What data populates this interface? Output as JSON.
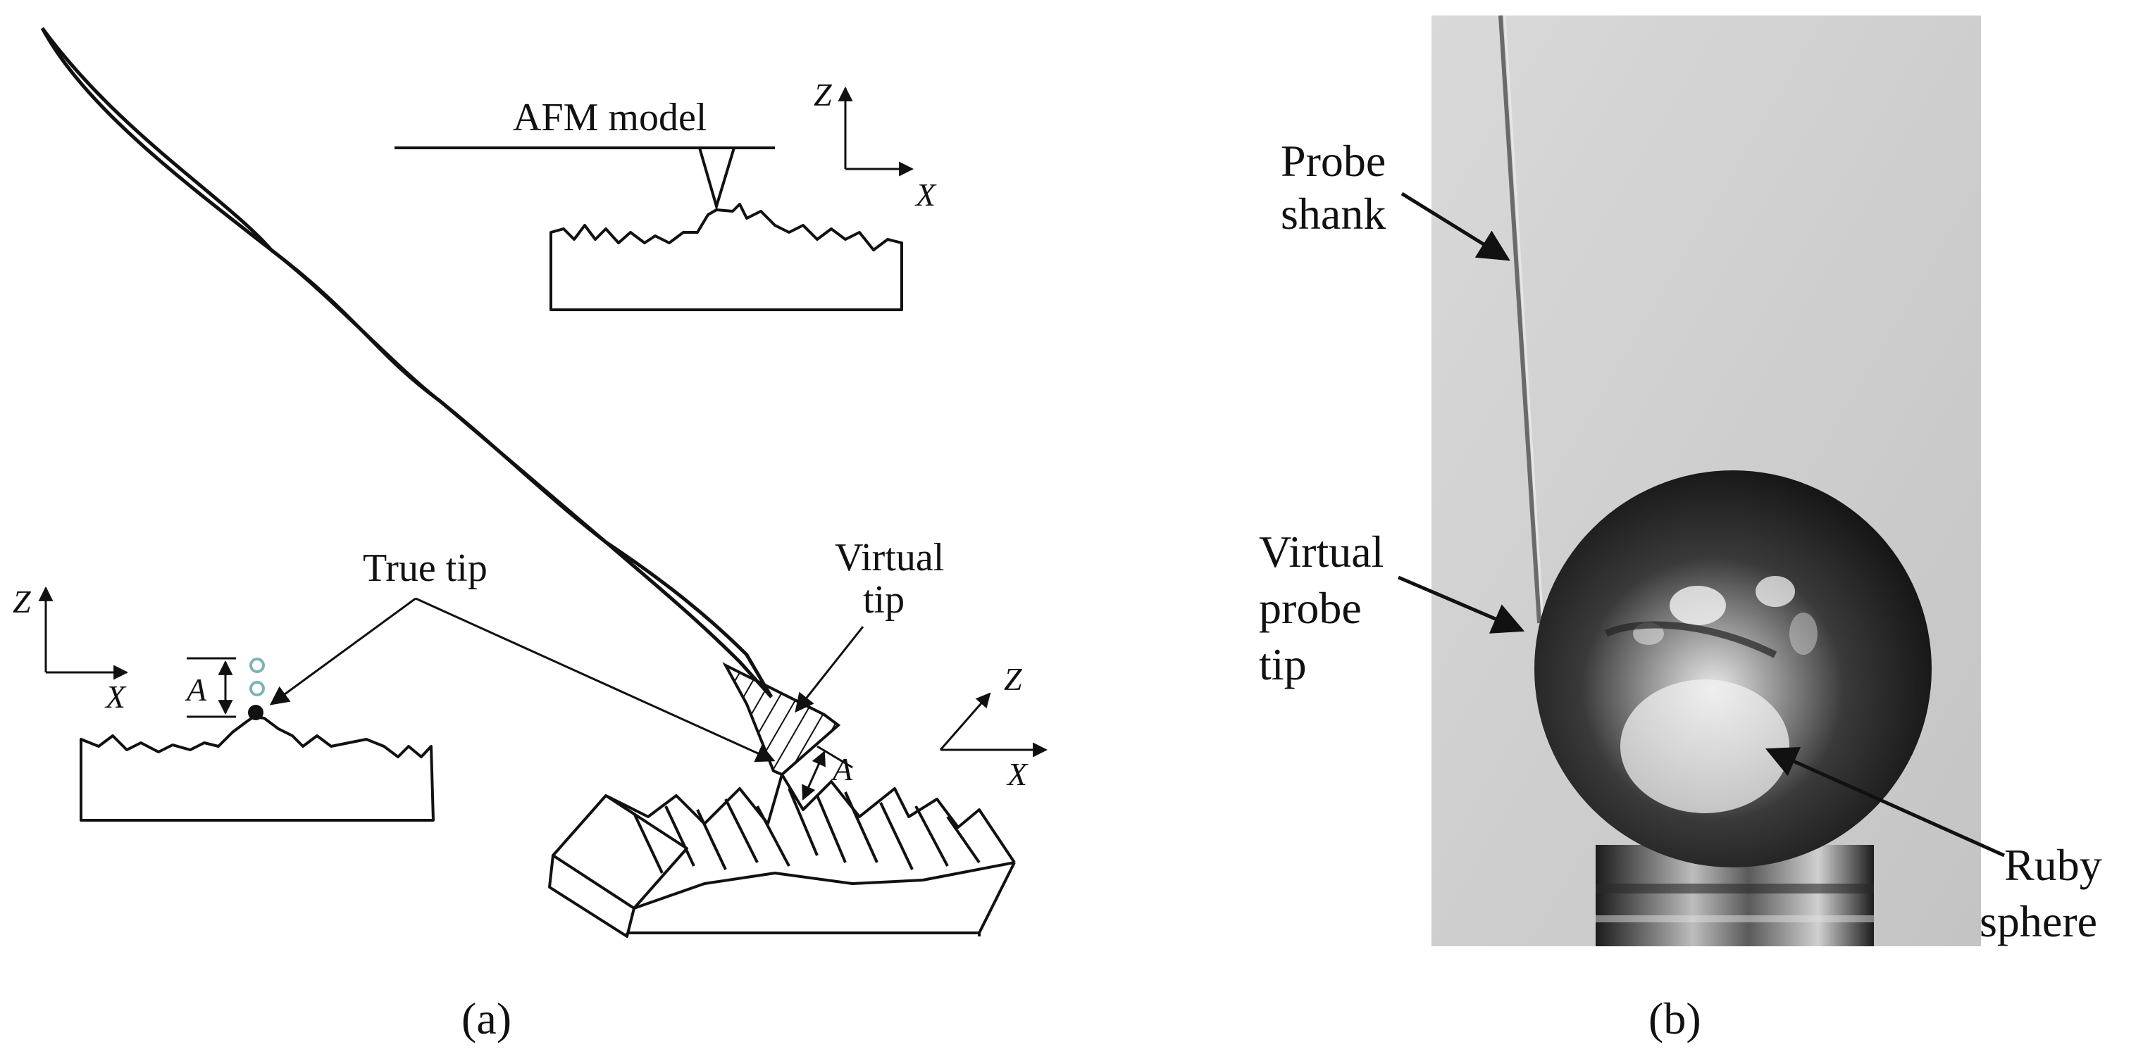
{
  "panel_a": {
    "afm_model_label": "AFM model",
    "true_tip_label": "True tip",
    "virtual_tip_label_line1": "Virtual",
    "virtual_tip_label_line2": "tip",
    "amplitude_symbol": "A",
    "axis_z": "Z",
    "axis_x": "X",
    "caption": "(a)"
  },
  "panel_b": {
    "probe_shank_line1": "Probe",
    "probe_shank_line2": "shank",
    "virtual_probe_tip_line1": "Virtual",
    "virtual_probe_tip_line2": "probe",
    "virtual_probe_tip_line3": "tip",
    "ruby_sphere_line1": "Ruby",
    "ruby_sphere_line2": "sphere",
    "caption": "(b)"
  },
  "colors": {
    "ink": "#111111",
    "photo_background": "#cfcfcf",
    "sphere_dark": "#1a1a1a",
    "highlight": "#f2f2f2",
    "atom_outline": "#7fb3b3"
  }
}
